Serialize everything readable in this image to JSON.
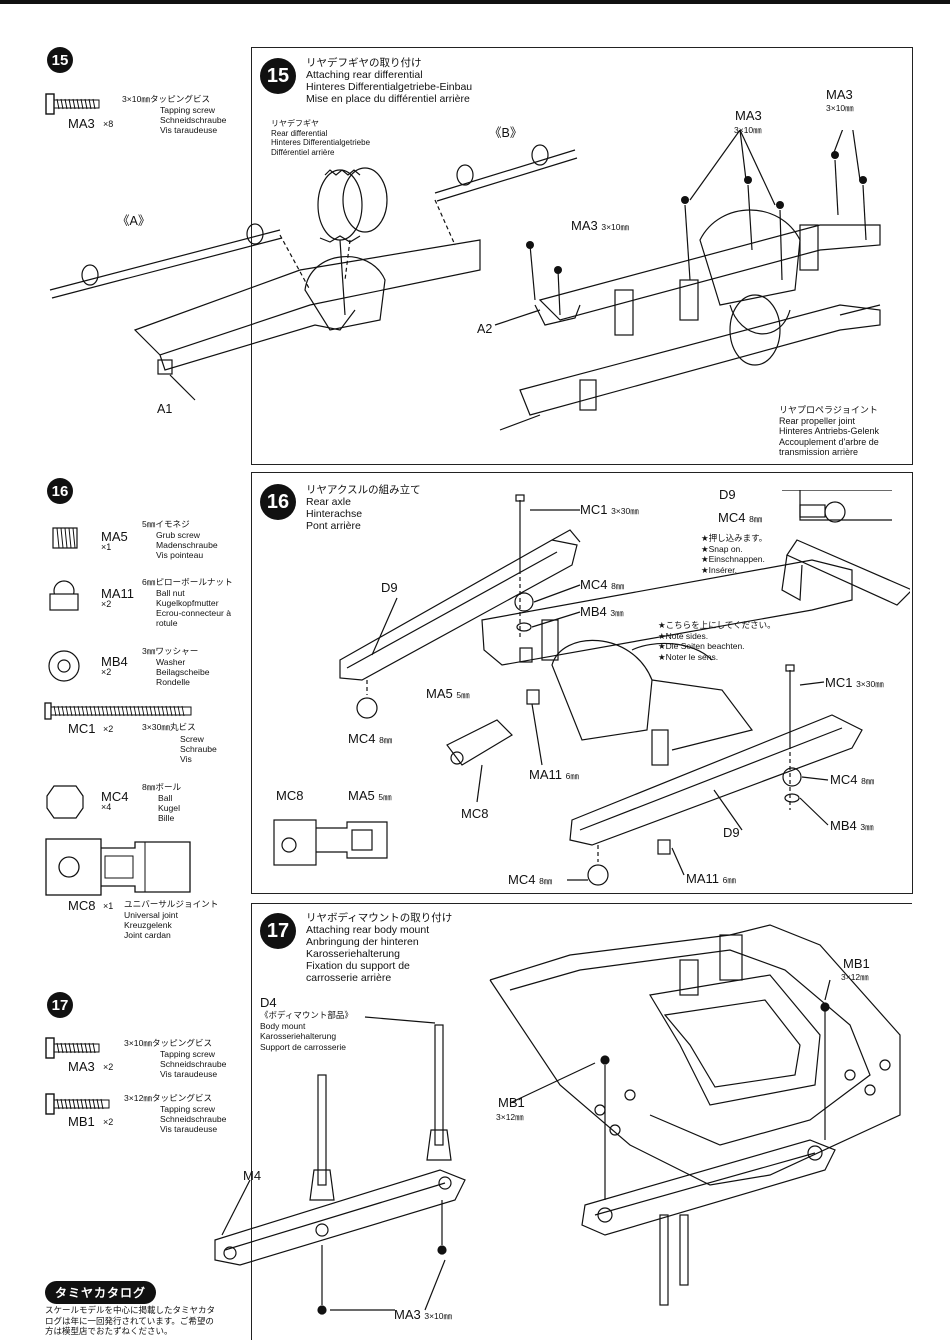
{
  "steps": {
    "s15": {
      "num": "15",
      "title": [
        "リヤデフギヤの取り付け",
        "Attaching rear differential",
        "Hinteres Differentialgetriebe-Einbau",
        "Mise en place du différentiel arrière"
      ],
      "parts": [
        {
          "code": "MA3",
          "qty": "×8",
          "size": "3×10㎜タッピングビス",
          "desc": [
            "Tapping screw",
            "Schneidschraube",
            "Vis taraudeuse"
          ]
        }
      ],
      "labels": {
        "rear_diff": [
          "リヤデフギヤ",
          "Rear differential",
          "Hinteres Differentialgetriebe",
          "Différentiel arrière"
        ],
        "A": "《A》",
        "B": "《B》",
        "A1": "A1",
        "A2": "A2",
        "ma3_a": "MA3",
        "ma3_a_size": "3×10㎜",
        "ma3_b": "MA3",
        "ma3_b_size": "3×10㎜",
        "ma3_c": "MA3",
        "ma3_c_size": "3×10㎜",
        "propeller": [
          "リヤプロペラジョイント",
          "Rear propeller joint",
          "Hinteres Antriebs-Gelenk",
          "Accouplement d'arbre de",
          "transmission arrière"
        ]
      }
    },
    "s16": {
      "num": "16",
      "title": [
        "リヤアクスルの組み立て",
        "Rear axle",
        "Hinterachse",
        "Pont arrière"
      ],
      "parts": [
        {
          "code": "MA5",
          "qty": "×1",
          "size": "5㎜イモネジ",
          "desc": [
            "Grub screw",
            "Madenschraube",
            "Vis pointeau"
          ]
        },
        {
          "code": "MA11",
          "qty": "×2",
          "size": "6㎜ピローボールナット",
          "desc": [
            "Ball nut",
            "Kugelkopfmutter",
            "Ecrou-connecteur à",
            "rotule"
          ]
        },
        {
          "code": "MB4",
          "qty": "×2",
          "size": "3㎜ワッシャー",
          "desc": [
            "Washer",
            "Beilagscheibe",
            "Rondelle"
          ]
        },
        {
          "code": "MC1",
          "qty": "×2",
          "size": "3×30㎜丸ビス",
          "desc": [
            "Screw",
            "Schraube",
            "Vis"
          ]
        },
        {
          "code": "MC4",
          "qty": "×4",
          "size": "8㎜ボール",
          "desc": [
            "Ball",
            "Kugel",
            "Bille"
          ]
        },
        {
          "code": "MC8",
          "qty": "×1",
          "size": "ユニバーサルジョイント",
          "desc": [
            "Universal joint",
            "Kreuzgelenk",
            "Joint cardan"
          ]
        }
      ],
      "labels": {
        "mc1_a": "MC1",
        "mc1_a_size": "3×30㎜",
        "mc4_a": "MC4",
        "mc4_a_size": "8㎜",
        "mb4_a": "MB4",
        "mb4_a_size": "3㎜",
        "d9_a": "D9",
        "d9_b": "D9",
        "d9_c": "D9",
        "mc4_inset": "MC4",
        "mc4_inset_size": "8㎜",
        "snap": [
          "★押し込みます。",
          "★Snap on.",
          "★Einschnappen.",
          "★Insérer."
        ],
        "note": [
          "★こちらを上にしてください。",
          "★Note sides.",
          "★Die Seiten beachten.",
          "★Noter le sens."
        ],
        "ma5_a": "MA5",
        "ma5_a_size": "5㎜",
        "mc4_b": "MC4",
        "mc4_b_size": "8㎜",
        "ma11_a": "MA11",
        "ma11_a_size": "6㎜",
        "mc8_a": "MC8",
        "mc8_b": "MC8",
        "ma5_b": "MA5",
        "ma5_b_size": "5㎜",
        "mc1_b": "MC1",
        "mc1_b_size": "3×30㎜",
        "mc4_c": "MC4",
        "mc4_c_size": "8㎜",
        "mb4_b": "MB4",
        "mb4_b_size": "3㎜",
        "mc4_d": "MC4",
        "mc4_d_size": "8㎜",
        "ma11_b": "MA11",
        "ma11_b_size": "6㎜"
      }
    },
    "s17": {
      "num": "17",
      "title": [
        "リヤボディマウントの取り付け",
        "Attaching rear body mount",
        "Anbringung der hinteren",
        "Karosseriehalterung",
        "Fixation du support de",
        "carrosserie arrière"
      ],
      "parts": [
        {
          "code": "MA3",
          "qty": "×2",
          "size": "3×10㎜タッピングビス",
          "desc": [
            "Tapping screw",
            "Schneidschraube",
            "Vis taraudeuse"
          ]
        },
        {
          "code": "MB1",
          "qty": "×2",
          "size": "3×12㎜タッピングビス",
          "desc": [
            "Tapping screw",
            "Schneidschraube",
            "Vis taraudeuse"
          ]
        }
      ],
      "labels": {
        "d4": "D4",
        "d4_desc": [
          "《ボディマウント部品》",
          "Body mount",
          "Karosseriehalterung",
          "Support de carrosserie"
        ],
        "m4": "M4",
        "ma3": "MA3",
        "ma3_size": "3×10㎜",
        "mb1_a": "MB1",
        "mb1_a_size": "3×12㎜",
        "mb1_b": "MB1",
        "mb1_b_size": "3×12㎜"
      }
    }
  },
  "catalog": {
    "tag": "タミヤカタログ",
    "text": [
      "スケールモデルを中心に掲載したタミヤカタ",
      "ログは年に一回発行されています。ご希望の",
      "方は模型店でおたずねください。"
    ]
  }
}
